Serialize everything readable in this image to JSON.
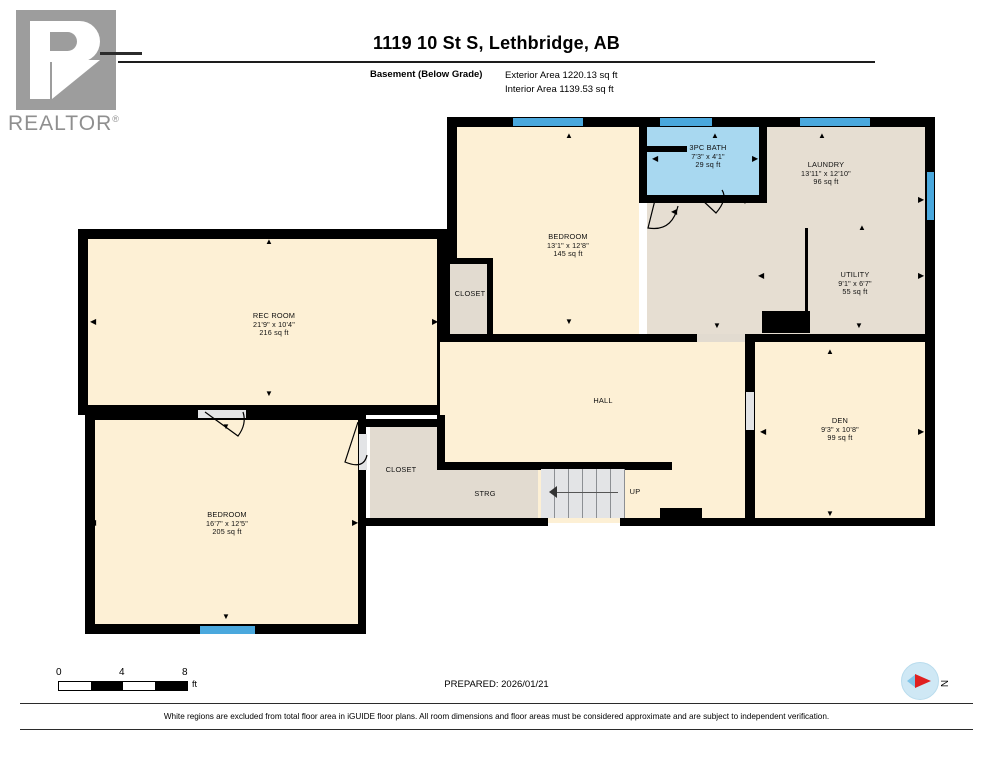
{
  "logo": {
    "word": "REALTOR",
    "reg": "®",
    "alt": "realtor-logo"
  },
  "header": {
    "title": "1119 10 St S, Lethbridge, AB",
    "level": "Basement (Below Grade)",
    "exterior_area": "Exterior Area 1220.13 sq ft",
    "interior_area": "Interior Area 1139.53 sq ft"
  },
  "rooms": [
    {
      "name": "REC ROOM",
      "dims": "21'9\" x 10'4\"",
      "area": "216 sq ft"
    },
    {
      "name": "BEDROOM",
      "dims": "13'1\" x 12'8\"",
      "area": "145 sq ft"
    },
    {
      "name": "CLOSET",
      "dims": "",
      "area": ""
    },
    {
      "name": "3PC BATH",
      "dims": "7'3\" x 4'1\"",
      "area": "29 sq ft"
    },
    {
      "name": "LAUNDRY",
      "dims": "13'11\" x 12'10\"",
      "area": "96 sq ft"
    },
    {
      "name": "UTILITY",
      "dims": "9'1\" x 6'7\"",
      "area": "55 sq ft"
    },
    {
      "name": "DEN",
      "dims": "9'3\" x 10'8\"",
      "area": "99 sq ft"
    },
    {
      "name": "HALL",
      "dims": "",
      "area": ""
    },
    {
      "name": "BEDROOM",
      "dims": "16'7\" x 12'5\"",
      "area": "205 sq ft"
    },
    {
      "name": "CLOSET",
      "dims": "",
      "area": ""
    },
    {
      "name": "STRG",
      "dims": "",
      "area": ""
    },
    {
      "name": "UP",
      "dims": "",
      "area": ""
    }
  ],
  "scale": {
    "t0": "0",
    "t4": "4",
    "t8": "8",
    "unit": "ft"
  },
  "footer": {
    "prepared": "PREPARED: 2026/01/21",
    "disclaimer": "White regions are excluded from total floor area in iGUIDE floor plans. All room dimensions and floor areas must be considered approximate and are subject to independent verification.",
    "compass_label": "N"
  },
  "colors": {
    "wall": "#000000",
    "room_cream": "#fdf0d5",
    "room_grey": "#e6ded2",
    "room_blue": "#a8d8f0",
    "window": "#4aa8dd",
    "logo_grey": "#9d9d9d"
  }
}
